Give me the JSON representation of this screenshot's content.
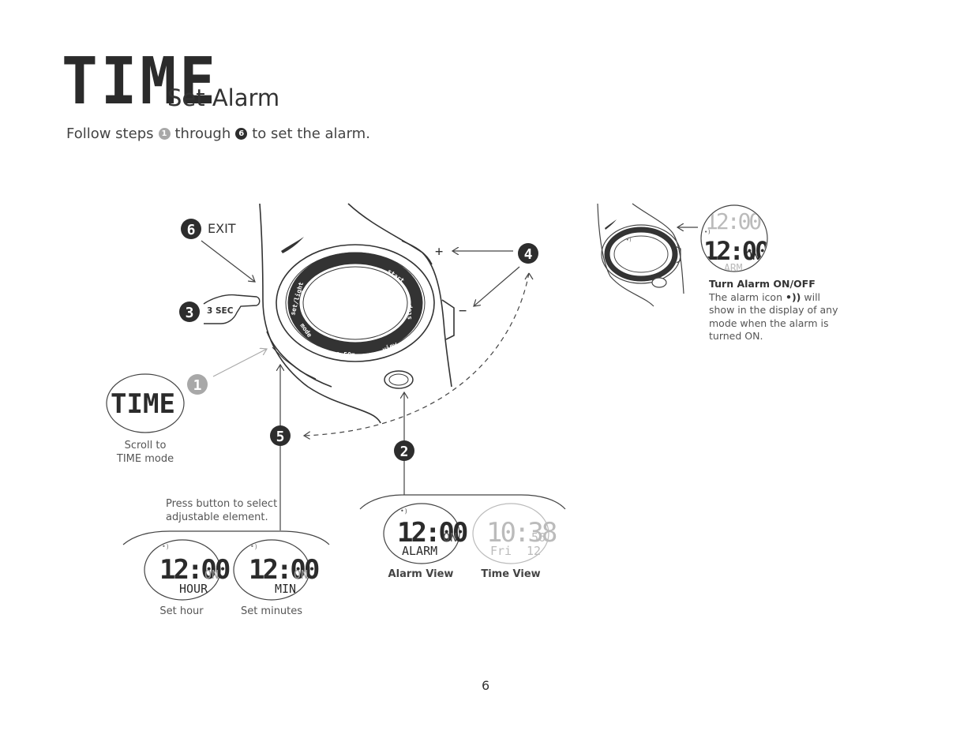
{
  "header": {
    "mode_title": "TIME",
    "section_title": "Set Alarm"
  },
  "intro": {
    "prefix": "Follow steps",
    "step_first": "1",
    "middle": "through",
    "step_last": "6",
    "suffix": "to set the alarm."
  },
  "steps": {
    "s1": "1",
    "s2": "2",
    "s3": "3",
    "s4": "4",
    "s5": "5",
    "s6": "6"
  },
  "labels": {
    "exit": "EXIT",
    "hold": "3 SEC",
    "plus": "+",
    "minus": "−"
  },
  "watch": {
    "bezel_text": [
      "set/light",
      "start",
      "stop",
      "view",
      "h2O 50m",
      "mode"
    ]
  },
  "time_mode": {
    "display": "TIME",
    "caption_line1": "Scroll to",
    "caption_line2": "TIME mode"
  },
  "adjust": {
    "instruction_line1": "Press button to select",
    "instruction_line2": "adjustable element.",
    "set_hour": {
      "time": "12:00",
      "suffix": "ON",
      "word": "HOUR",
      "caption": "Set hour"
    },
    "set_minutes": {
      "time": "12:00",
      "suffix": "ON",
      "word": "MIN",
      "caption": "Set minutes"
    }
  },
  "views": {
    "alarm": {
      "time": "12:00",
      "suffix": "ON",
      "word": "ALARM",
      "caption": "Alarm View"
    },
    "time": {
      "time": "10:38",
      "seconds": "56",
      "day": "Fri",
      "date": "12",
      "caption": "Time View"
    }
  },
  "alarm_toggle": {
    "title": "Turn Alarm ON/OFF",
    "line1": "The alarm icon",
    "line1_end": "will",
    "line2": "show in the display of any",
    "line3": "mode when the alarm is",
    "line4": "turned ON.",
    "display_top": "12:00",
    "display_time": "12:00",
    "display_suffix": "ON",
    "display_word": "ARM"
  },
  "page_number": "6",
  "colors": {
    "ink": "#2d2d2d",
    "light_ink": "#a8a8a8",
    "line": "#555555"
  }
}
